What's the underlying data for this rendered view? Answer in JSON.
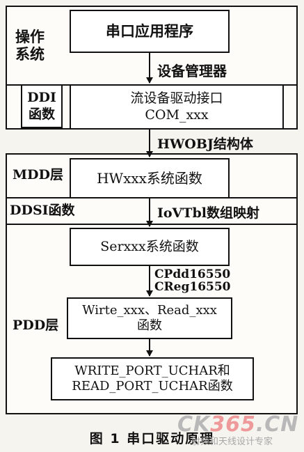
{
  "diagram": {
    "os_band": {
      "label": "操作系统"
    },
    "serial_app": {
      "label": "串口应用程序"
    },
    "device_manager": {
      "label": "设备管理器"
    },
    "ddi_band": {
      "label": "DDI函数"
    },
    "stream_driver": {
      "line1": "流设备驱动接口",
      "line2": "COM_xxx"
    },
    "hwobj": {
      "label": "HWOBJ结构体"
    },
    "mdd_band": {
      "label": "MDD层"
    },
    "hwxxx": {
      "label": "HWxxx系统函数"
    },
    "ddsi_band": {
      "label": "DDSI函数"
    },
    "iovtbl": {
      "label": "IoVTbl数组映射"
    },
    "pdd_band": {
      "label": "PDD层"
    },
    "serxxx": {
      "label": "Serxxx系统函数"
    },
    "cp_label": {
      "line1": "CPdd16550",
      "line2": "CReg16550"
    },
    "write_read": {
      "line1": "Wirte_xxx、Read_xxx",
      "line2": "函数"
    },
    "port": {
      "line1": "WRITE_PORT_UCHAR和",
      "line2": "READ_PORT_UCHAR函数"
    }
  },
  "caption": {
    "text": "图 1   串口驱动原理"
  },
  "watermark": {
    "logo_left": "CK",
    "logo_mid": "365",
    "logo_right": ".CN",
    "sub": "射频和天线设计专家"
  }
}
